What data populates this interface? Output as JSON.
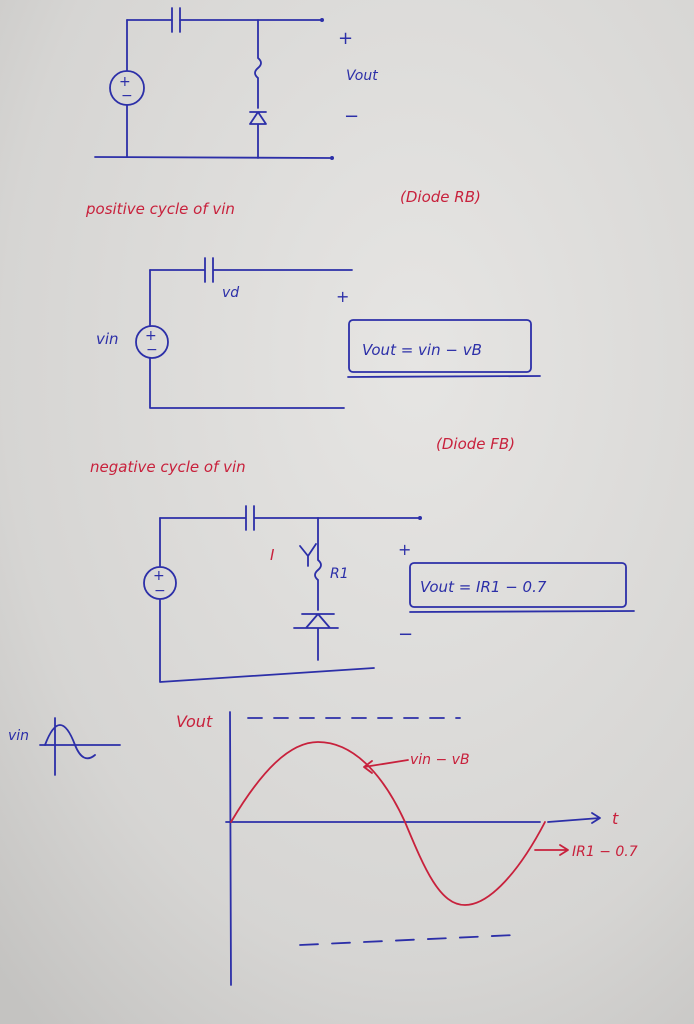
{
  "sections": {
    "positive": {
      "label_pos_plus": "+",
      "label_vout": "Vout",
      "label_minus": "−",
      "caption_cycle": "positive cycle of vin",
      "caption_state": "(Diode RB)"
    },
    "positive_equiv": {
      "label_vin": "vin",
      "label_vd": "vd",
      "label_plus": "+",
      "equation": "Vout = vin − vB"
    },
    "negative": {
      "caption_cycle": "negative cycle of vin",
      "caption_state": "(Diode FB)",
      "label_current": "I",
      "label_r1": "R1",
      "label_plus": "+",
      "label_minus": "−",
      "equation": "Vout = IR1 − 0.7"
    },
    "waveform": {
      "label_vin": "vin",
      "label_vout": "Vout",
      "label_peak": "vin − vB",
      "label_t": "t",
      "label_trough": "IR1 − 0.7"
    }
  },
  "colors": {
    "ink_blue": "#2c2fa8",
    "ink_red": "#c8213c",
    "paper": "#d9d8d6"
  }
}
